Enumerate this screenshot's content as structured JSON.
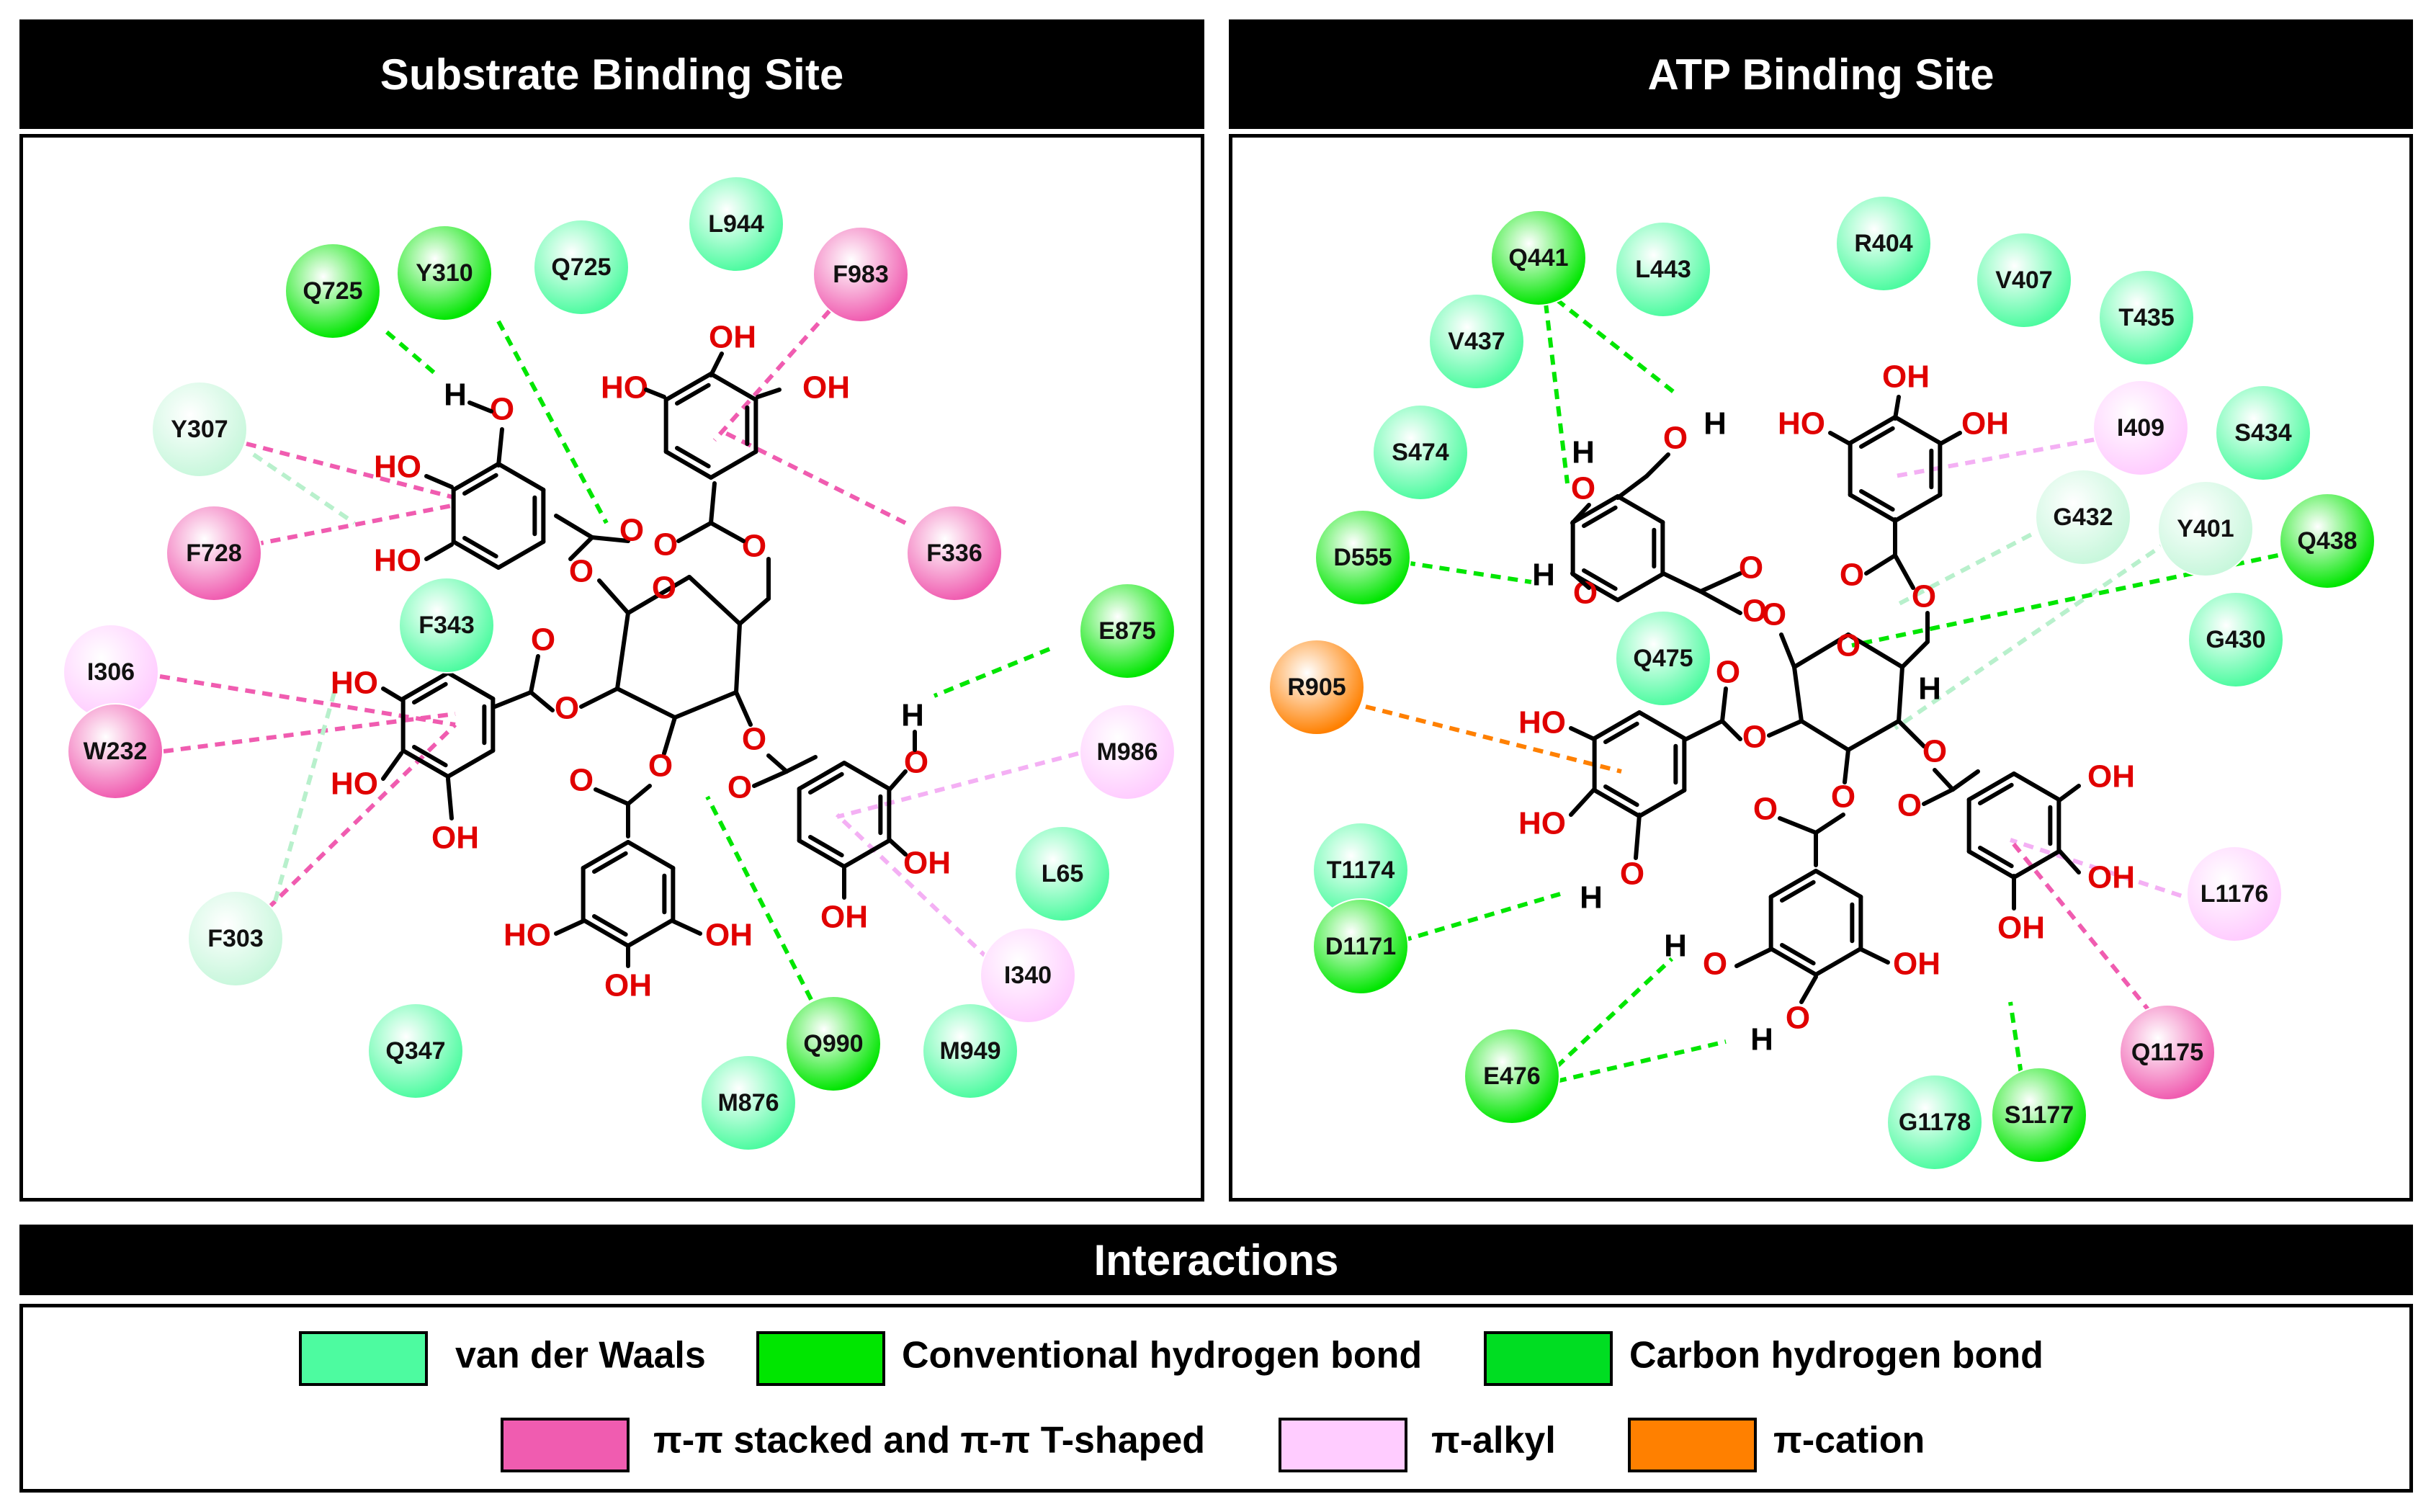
{
  "titles": {
    "left": "Substrate Binding Site",
    "right": "ATP Binding Site",
    "legend": "Interactions"
  },
  "colors": {
    "vdw": "#4dfba0",
    "conv_hbond": "#00e600",
    "carbon_hbond": "#00dd22",
    "pi_stack": "#f05cb0",
    "pi_alkyl": "#ffccff",
    "pi_cation": "#ff8000"
  },
  "legend": {
    "items": [
      {
        "label": "van der Waals",
        "color": "#4dfba0"
      },
      {
        "label": "Conventional hydrogen bond",
        "color": "#00e600"
      },
      {
        "label": "Carbon hydrogen bond",
        "color": "#00dd22"
      },
      {
        "label": "π-π stacked and π-π T-shaped",
        "color": "#f05cb0"
      },
      {
        "label": "π-alkyl",
        "color": "#ffccff"
      },
      {
        "label": "π-cation",
        "color": "#ff8000"
      }
    ]
  },
  "left_residues": [
    {
      "label": "Q725",
      "type": "conv_hbond"
    },
    {
      "label": "Y310",
      "type": "conv_hbond"
    },
    {
      "label": "Q725",
      "type": "vdw"
    },
    {
      "label": "L944",
      "type": "vdw"
    },
    {
      "label": "F983",
      "type": "pi_stack"
    },
    {
      "label": "Y307",
      "type": "vdw_light"
    },
    {
      "label": "F728",
      "type": "pi_stack"
    },
    {
      "label": "F343",
      "type": "vdw"
    },
    {
      "label": "F336",
      "type": "pi_stack"
    },
    {
      "label": "E875",
      "type": "conv_hbond"
    },
    {
      "label": "I306",
      "type": "pi_alkyl"
    },
    {
      "label": "W232",
      "type": "pi_stack"
    },
    {
      "label": "M986",
      "type": "pi_alkyl"
    },
    {
      "label": "L65",
      "type": "vdw"
    },
    {
      "label": "F303",
      "type": "vdw_light"
    },
    {
      "label": "I340",
      "type": "pi_alkyl"
    },
    {
      "label": "Q347",
      "type": "vdw"
    },
    {
      "label": "Q990",
      "type": "conv_hbond"
    },
    {
      "label": "M949",
      "type": "vdw"
    },
    {
      "label": "M876",
      "type": "vdw"
    }
  ],
  "right_residues": [
    {
      "label": "Q441",
      "type": "conv_hbond"
    },
    {
      "label": "L443",
      "type": "vdw"
    },
    {
      "label": "R404",
      "type": "vdw"
    },
    {
      "label": "V407",
      "type": "vdw"
    },
    {
      "label": "T435",
      "type": "vdw"
    },
    {
      "label": "V437",
      "type": "vdw"
    },
    {
      "label": "S474",
      "type": "vdw"
    },
    {
      "label": "I409",
      "type": "pi_alkyl"
    },
    {
      "label": "S434",
      "type": "vdw"
    },
    {
      "label": "G432",
      "type": "vdw_light"
    },
    {
      "label": "Y401",
      "type": "vdw_light"
    },
    {
      "label": "Q438",
      "type": "conv_hbond"
    },
    {
      "label": "D555",
      "type": "conv_hbond"
    },
    {
      "label": "G430",
      "type": "vdw"
    },
    {
      "label": "Q475",
      "type": "vdw"
    },
    {
      "label": "R905",
      "type": "pi_cation"
    },
    {
      "label": "T1174",
      "type": "vdw"
    },
    {
      "label": "D1171",
      "type": "conv_hbond"
    },
    {
      "label": "L1176",
      "type": "pi_alkyl"
    },
    {
      "label": "E476",
      "type": "conv_hbond"
    },
    {
      "label": "Q1175",
      "type": "pi_stack"
    },
    {
      "label": "G1178",
      "type": "vdw"
    },
    {
      "label": "S1177",
      "type": "conv_hbond"
    }
  ],
  "atoms": {
    "O": "O",
    "H": "H",
    "HO": "HO",
    "OH": "OH"
  }
}
